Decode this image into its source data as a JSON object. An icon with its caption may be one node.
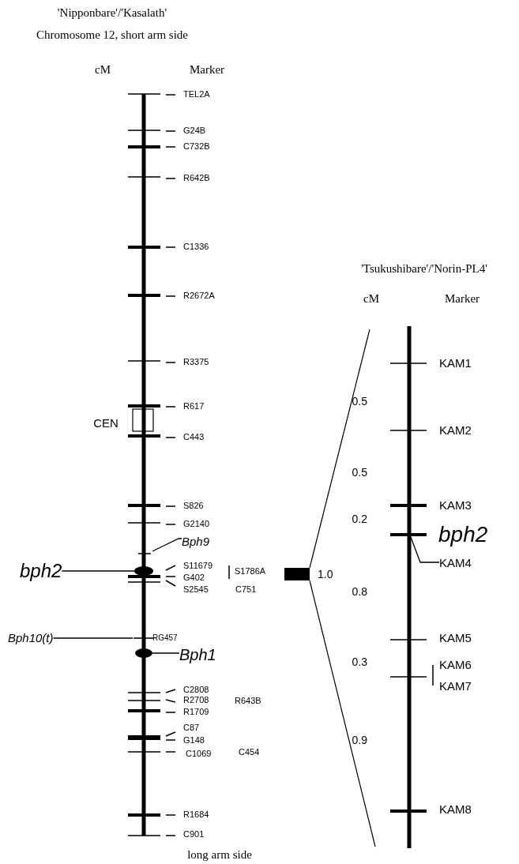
{
  "diagram": {
    "nodes": [
      {
        "text": [
          "bph2"
        ]
      },
      {
        "text": [],
        "shape": "ellipse"
      },
      {
        "text": [
          "Bph9"
        ]
      },
      {
        "text": [
          "Bph10(t)"
        ]
      },
      {
        "text": [
          "Bph1"
        ]
      },
      {
        "text": [],
        "shape": "ellipse"
      },
      {
        "text": [
          "KAM4"
        ]
      }
    ],
    "edges": [
      {
        "from": 0,
        "to": 1,
        "arrow": "none"
      },
      {
        "from": 2,
        "to": null,
        "arrow": "none"
      },
      {
        "from": 3,
        "to": null,
        "arrow": "none"
      },
      {
        "from": 4,
        "to": 5,
        "arrow": "none"
      },
      {
        "from": 6,
        "to": null,
        "arrow": "none"
      }
    ],
    "labels": [
      "'Nipponbare'/'Kasalath'",
      "Chromosome 12, short arm side",
      "cM",
      "Marker",
      "TEL2A",
      "G24B",
      "C732B",
      "R642B",
      "C1336",
      "R2672A",
      "R3375",
      "R617",
      "CEN",
      "C443",
      "S826",
      "G2140",
      "S11679",
      "S1786A",
      "G402",
      "S2545",
      "C751",
      "1.0",
      "RG457",
      "C2808",
      "R2708",
      "R643B",
      "R1709",
      "C87",
      "G148",
      "C1069",
      "C454",
      "R1684",
      "C901",
      "long arm side",
      "'Tsukushibare'/'Norin-PL4'",
      "cM",
      "Marker",
      "KAM1",
      "0.5",
      "KAM2",
      "0.5",
      "KAM3",
      "0.2",
      "bph2",
      "0.8",
      "KAM5",
      "0.3",
      "KAM6",
      "KAM7",
      "0.9",
      "KAM8"
    ]
  }
}
